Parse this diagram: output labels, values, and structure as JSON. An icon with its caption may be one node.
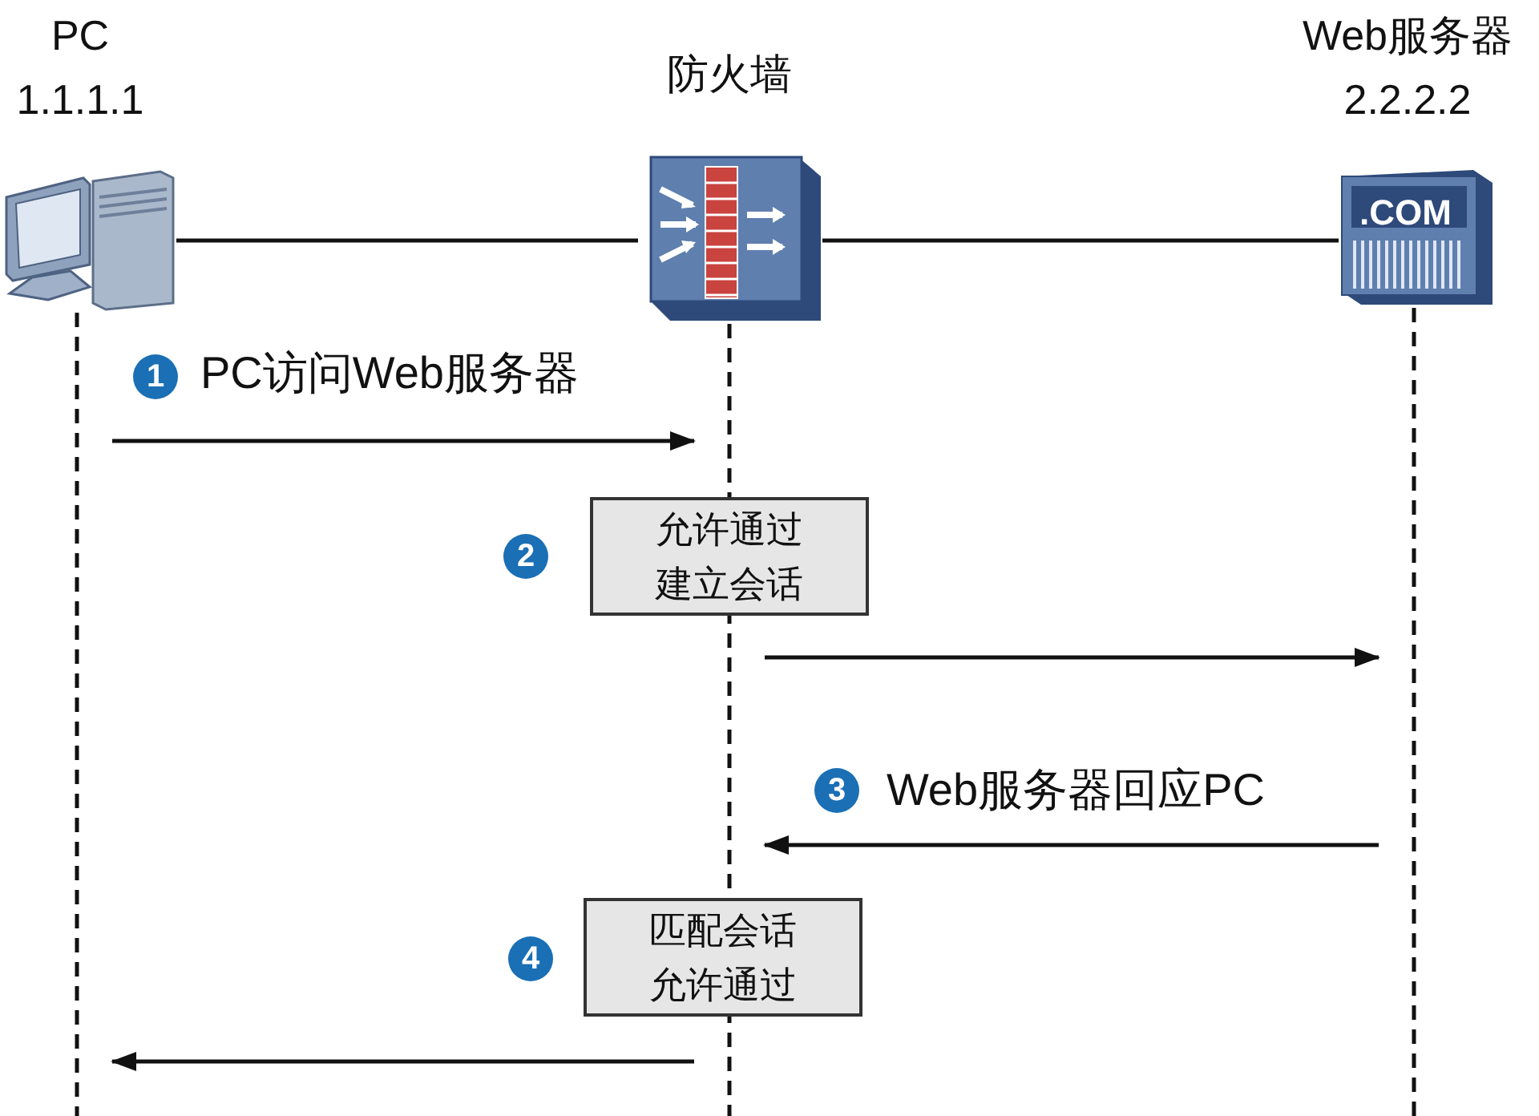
{
  "diagram": {
    "nodes": [
      {
        "text": [
          "PC",
          "1.1.1.1"
        ]
      },
      {
        "text": [
          "防火墙"
        ]
      },
      {
        "text": [
          "Web服务器",
          "2.2.2.2"
        ]
      },
      {
        "text": [
          "允许通过建立会话"
        ]
      },
      {
        "text": [
          "匹配会话允许通过"
        ]
      },
      {
        "text": [],
        "shape": "line"
      },
      {
        "text": [],
        "shape": "line"
      },
      {
        "text": [],
        "shape": "line"
      },
      {
        "text": [],
        "shape": "line"
      },
      {
        "text": [],
        "shape": "line"
      }
    ],
    "edges": [
      {
        "from": 0,
        "to": 1,
        "arrow": "none"
      },
      {
        "from": 1,
        "to": 2,
        "arrow": "none"
      },
      {
        "from": 5,
        "to": 6,
        "arrow": "to",
        "label": "PC访问Web服务器"
      },
      {
        "from": 7,
        "to": 9,
        "arrow": "to"
      },
      {
        "from": 9,
        "to": 7,
        "arrow": "to",
        "label": "Web服务器回应PC"
      },
      {
        "from": 8,
        "to": 5,
        "arrow": "to"
      }
    ],
    "labels": [
      ".COM",
      "1",
      "2",
      "3",
      "4"
    ]
  }
}
